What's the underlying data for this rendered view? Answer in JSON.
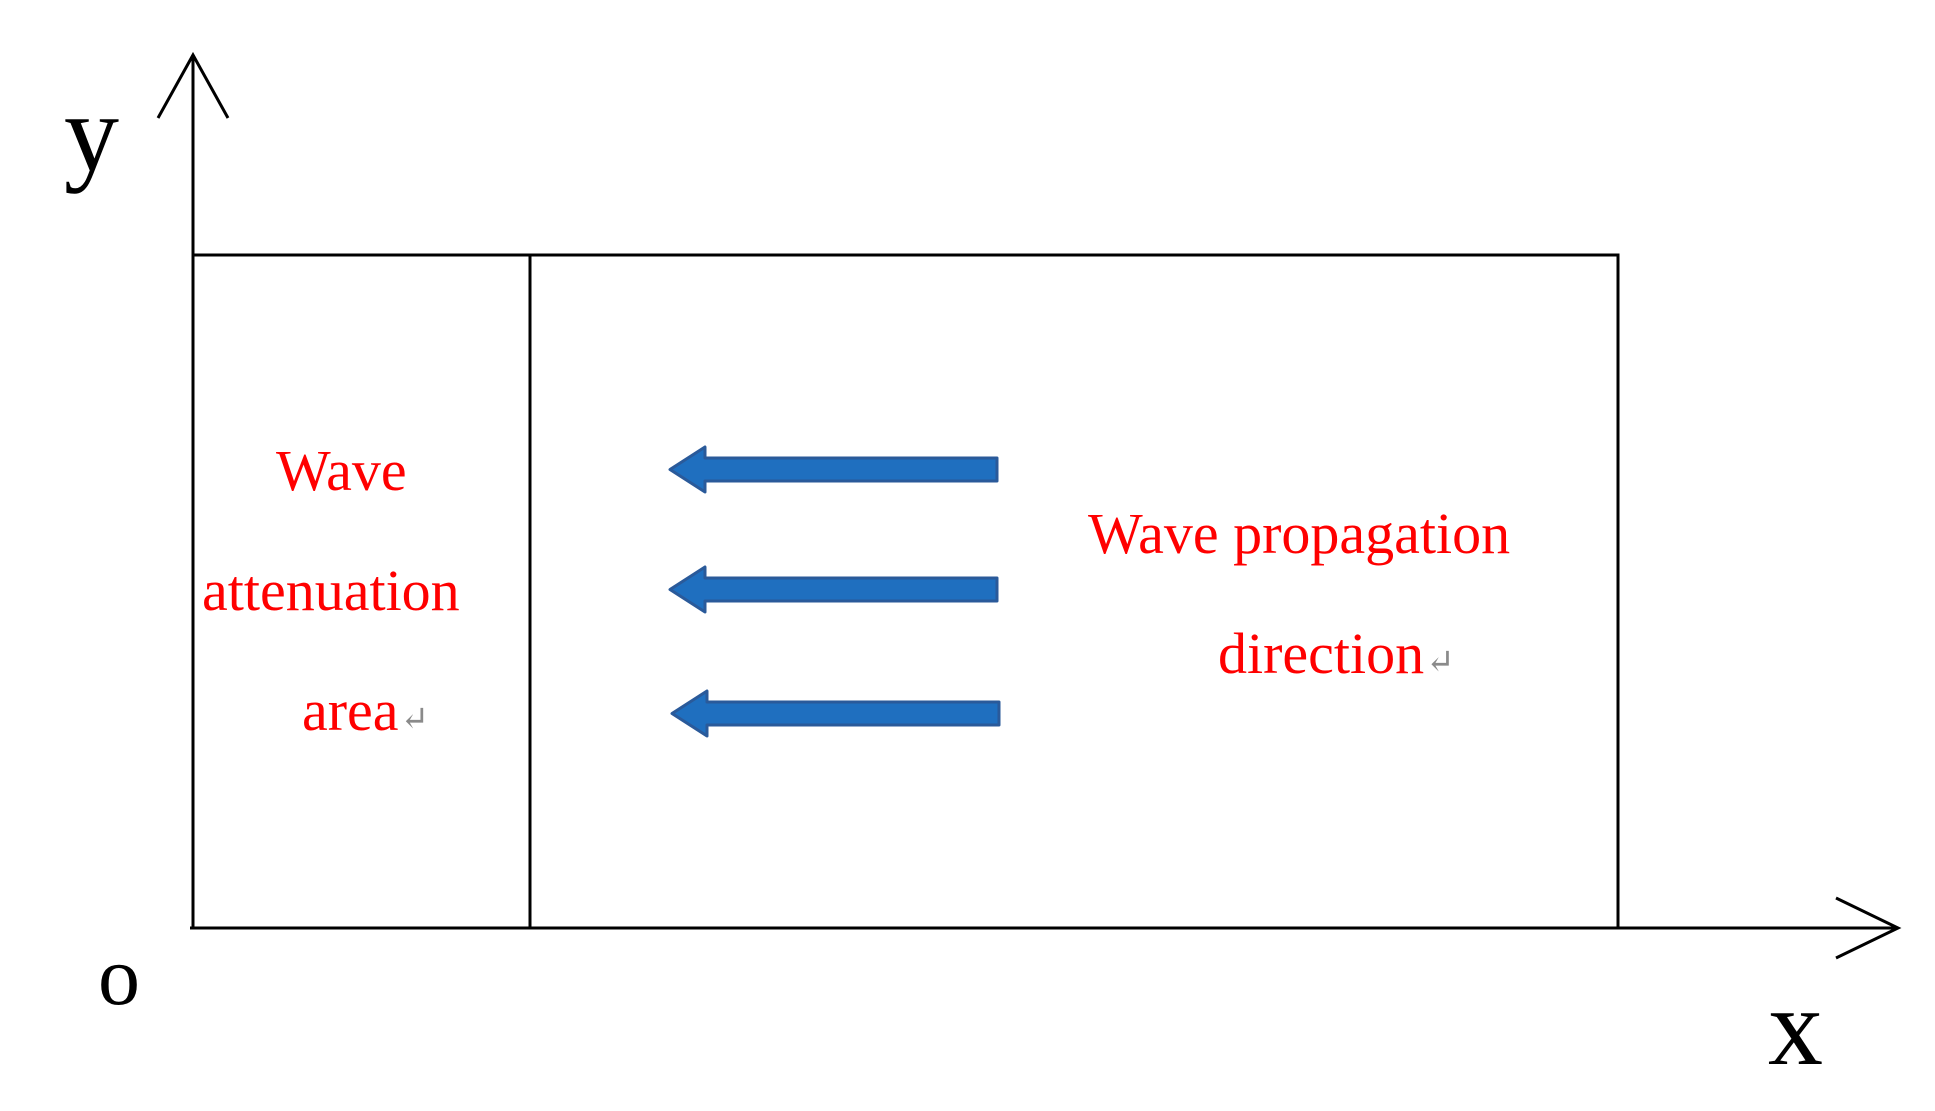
{
  "axes": {
    "x_label": "x",
    "y_label": "y",
    "origin_label": "o"
  },
  "regions": {
    "attenuation": {
      "lines": [
        "Wave",
        "attenuation",
        "area"
      ],
      "color": "#ff0000"
    },
    "propagation": {
      "lines": [
        "Wave propagation",
        "direction"
      ],
      "color": "#ff0000"
    }
  },
  "arrows": {
    "count": 3,
    "direction": "left",
    "fill_color": "#1f6fbf",
    "outline_color": "#2a5a9a"
  },
  "line_color": "#000000",
  "paragraph_mark": "↵"
}
